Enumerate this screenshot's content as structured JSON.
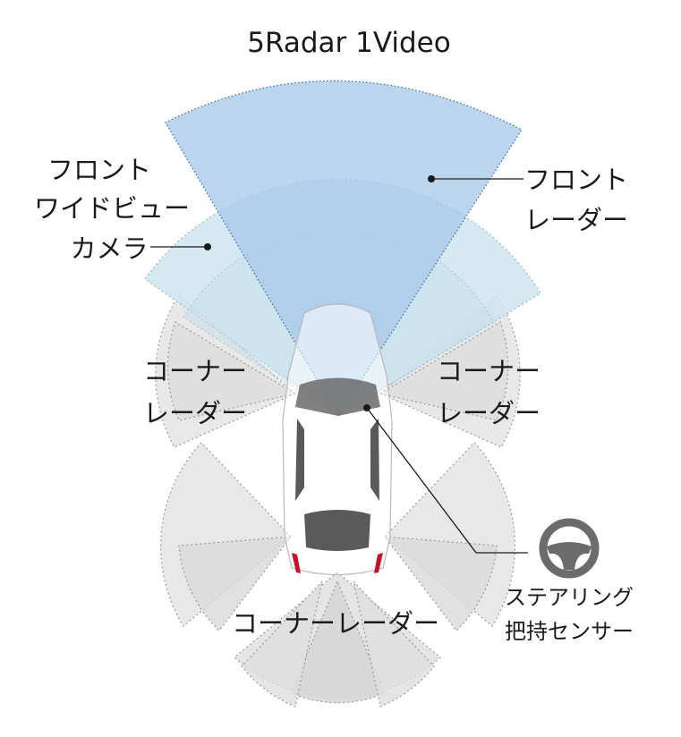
{
  "title": "5Radar 1Video",
  "labels": {
    "front_camera": [
      "フロント",
      "ワイドビュー",
      "カメラ"
    ],
    "front_radar": [
      "フロント",
      "レーダー"
    ],
    "corner_left": [
      "コーナー",
      "レーダー"
    ],
    "corner_right": [
      "コーナー",
      "レーダー"
    ],
    "corner_rear": "コーナーレーダー",
    "steering_sensor": [
      "ステアリング",
      "把持センサー"
    ]
  },
  "icons": [
    "steering-wheel-icon",
    "car-icon"
  ],
  "colors": {
    "front_radar_fill": "#a9c9ea",
    "front_radar_edge": "#3f6fa8",
    "camera_fill": "#cfe5f0",
    "corner_zone_fill": "#e4e4e4",
    "car_body": "#ffffff",
    "car_glass": "#5a5a5a",
    "tail_light": "#c8102e",
    "steering_wheel": "#6b6b6b"
  }
}
